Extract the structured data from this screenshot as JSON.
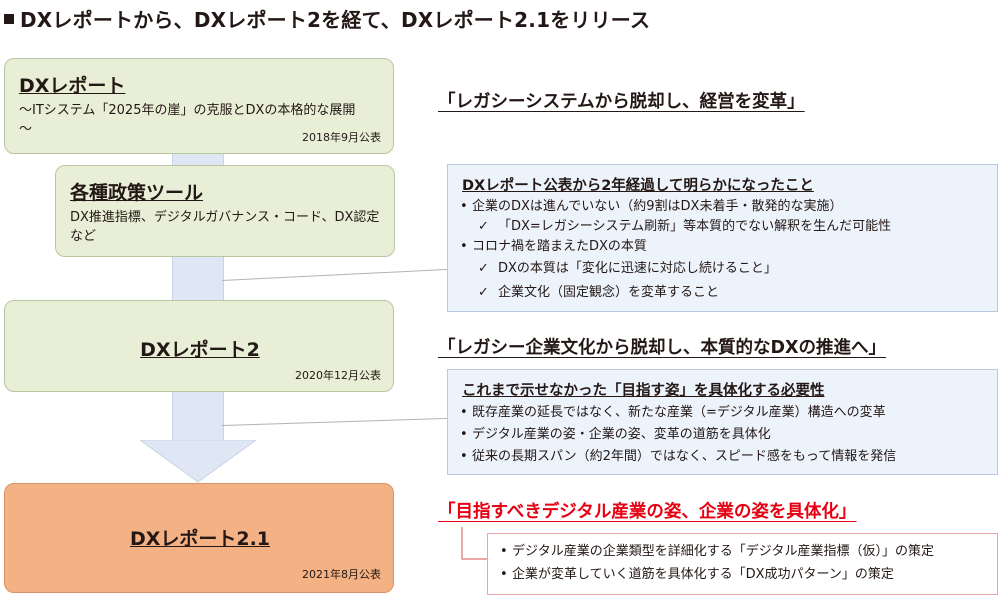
{
  "title": "DXレポートから、DXレポート2を経て、DXレポート2.1をリリース",
  "stages": [
    {
      "heading": "DXレポート",
      "subtitle": "～ITシステム「2025年の崖」の克服とDXの本格的な展開～",
      "date": "2018年9月公表"
    },
    {
      "heading": "各種政策ツール",
      "subtitle": "DX推進指標、デジタルガバナンス・コード、DX認定など",
      "date": ""
    },
    {
      "heading": "DXレポート2",
      "subtitle": "",
      "date": "2020年12月公表"
    },
    {
      "heading": "DXレポート2.1",
      "subtitle": "",
      "date": "2021年8月公表"
    }
  ],
  "slogans": [
    "「レガシーシステムから脱却し、経営を変革」",
    "「レガシー企業文化から脱却し、本質的なDXの推進へ」",
    "「目指すべきデジタル産業の姿、企業の姿を具体化」"
  ],
  "info1": {
    "heading": "DXレポート公表から2年経過して明らかになったこと",
    "bullet_symbol": "•",
    "check_symbol": "✓",
    "items": [
      {
        "kind": "bullet",
        "text": "企業のDXは進んでいない（約9割はDX未着手・散発的な実施）"
      },
      {
        "kind": "check",
        "text": "「DX=レガシーシステム刷新」等本質的でない解釈を生んだ可能性"
      },
      {
        "kind": "bullet",
        "text": "コロナ禍を踏まえたDXの本質"
      },
      {
        "kind": "check",
        "text": "DXの本質は「変化に迅速に対応し続けること」"
      },
      {
        "kind": "check",
        "text": "企業文化（固定観念）を変革すること"
      }
    ]
  },
  "info2": {
    "heading": "これまで示せなかった「目指す姿」を具体化する必要性",
    "items": [
      "既存産業の延長ではなく、新たな産業（=デジタル産業）構造への変革",
      "デジタル産業の姿・企業の姿、変革の道筋を具体化",
      "従来の長期スパン（約2年間）ではなく、スピード感をもって情報を発信"
    ]
  },
  "info3": {
    "items": [
      "デジタル産業の企業類型を詳細化する「デジタル産業指標（仮）」の策定",
      "企業が変革していく道筋を具体化する「DX成功パターン」の策定"
    ]
  },
  "colors": {
    "green_fill": "#e8efd6",
    "orange_fill": "#f4b183",
    "arrow_fill": "#dfe6f4",
    "info_fill": "#edf3fb",
    "red": "#e60012"
  }
}
